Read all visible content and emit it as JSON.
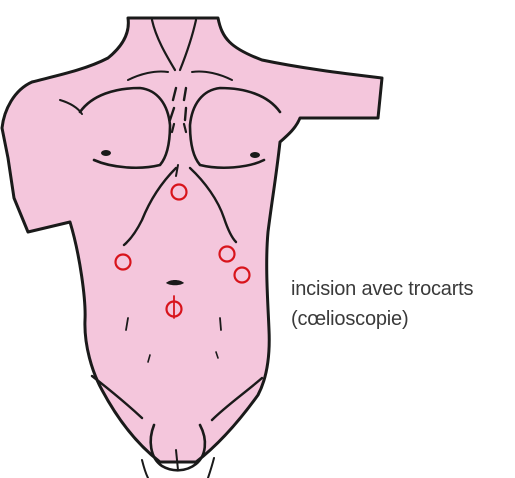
{
  "figure": {
    "caption_line1": "incision avec trocarts",
    "caption_line2": "(cœlioscopie)",
    "colors": {
      "skin": "#f4c6dc",
      "outline": "#1a1a1a",
      "incision_marker": "#d8141c",
      "caption_text": "#3a3a3a"
    },
    "markers": [
      {
        "name": "incision-marker-epigastric"
      },
      {
        "name": "incision-marker-left-flank"
      },
      {
        "name": "incision-marker-right-upper"
      },
      {
        "name": "incision-marker-right-lower"
      },
      {
        "name": "incision-marker-umbilical"
      }
    ]
  }
}
